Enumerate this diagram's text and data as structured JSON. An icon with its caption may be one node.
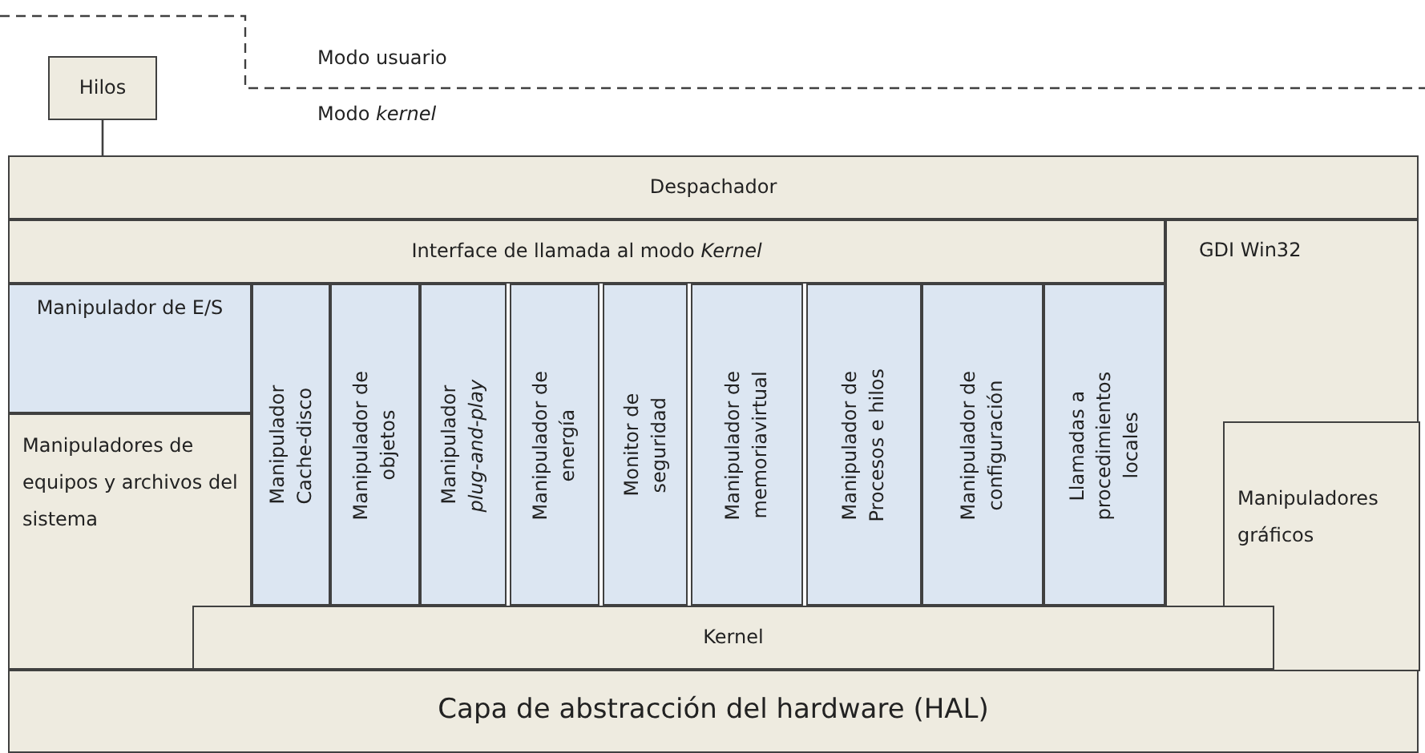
{
  "diagram": {
    "nodes": [
      {
        "text": [
          "Hilos"
        ]
      },
      {
        "text": [
          "Despachador"
        ]
      },
      {
        "text": [
          "Interface de llamada al modo *Kernel*"
        ]
      },
      {
        "text": [
          "GDI Win32"
        ]
      },
      {
        "text": [
          "Manipuladores gráficos"
        ],
        "in": 3
      },
      {
        "text": [
          "Manipulador de E/S"
        ]
      },
      {
        "text": [
          "Manipuladores de equipos y archivos del sistema"
        ]
      },
      {
        "text": [
          "Manipulador Cache-disco"
        ]
      },
      {
        "text": [
          "Manipulador de objetos"
        ]
      },
      {
        "text": [
          "Manipulador *plug-and-play*"
        ]
      },
      {
        "text": [
          "Manipulador de energía"
        ]
      },
      {
        "text": [
          "Monitor de seguridad"
        ]
      },
      {
        "text": [
          "Manipulador de memoriavirtual"
        ]
      },
      {
        "text": [
          "Manipulador de Procesos e hilos"
        ]
      },
      {
        "text": [
          "Manipulador de configuración"
        ]
      },
      {
        "text": [
          "Llamadas a procedimientos locales"
        ]
      },
      {
        "text": [
          "Kernel"
        ]
      },
      {
        "text": [
          "Capa de abstracción del hardware (HAL)"
        ]
      }
    ],
    "edges": [
      {
        "from": 0,
        "to": 1,
        "arrow": "none"
      }
    ],
    "labels": [
      "Modo usuario",
      "Modo *kernel*"
    ]
  }
}
